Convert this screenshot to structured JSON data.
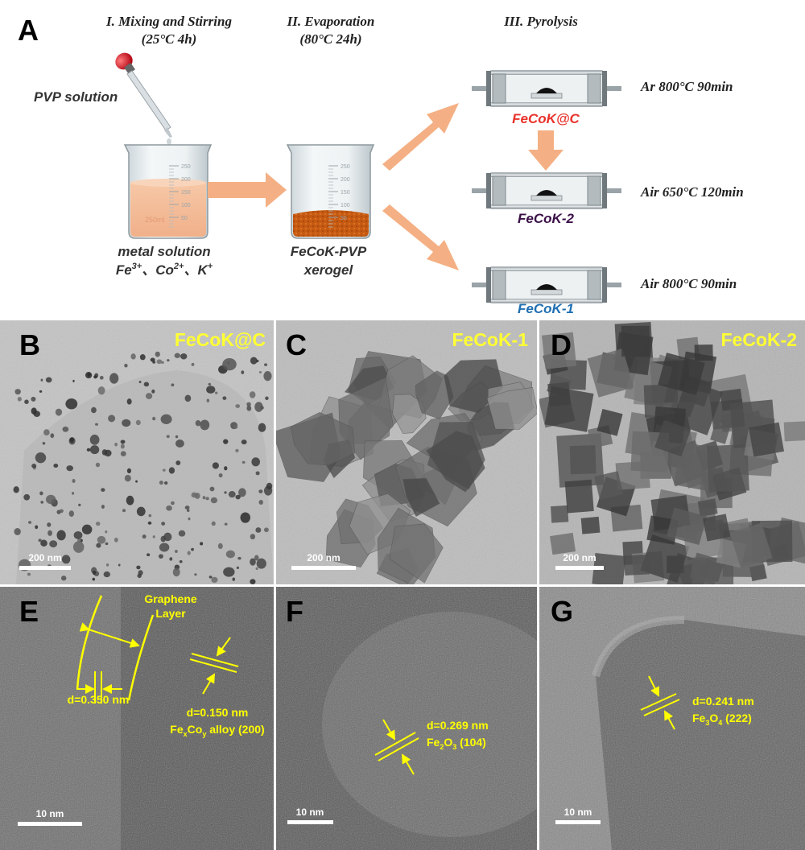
{
  "panel_a": {
    "letter": "A",
    "steps": [
      {
        "title": "I. Mixing and Stirring",
        "condition": "(25°C 4h)"
      },
      {
        "title": "II. Evaporation",
        "condition": "(80°C 24h)"
      },
      {
        "title": "III. Pyrolysis"
      }
    ],
    "pvp_label": "PVP solution",
    "metal_label": "metal solution",
    "ions": {
      "fe": "Fe",
      "fe_sup": "3+",
      "co": "Co",
      "co_sup": "2+",
      "k": "K",
      "k_sup": "+",
      "sep": "、"
    },
    "xerogel_label_1": "FeCoK-PVP",
    "xerogel_label_2": "xerogel",
    "beaker_marks": [
      "250",
      "200",
      "150",
      "100",
      "50"
    ],
    "beaker_text": "250ml",
    "products": [
      {
        "name": "FeCoK@C",
        "color": "#e8322b",
        "condition": "Ar 800°C 90min"
      },
      {
        "name": "FeCoK-2",
        "color": "#3b1048",
        "condition": "Air 650°C 120min"
      },
      {
        "name": "FeCoK-1",
        "color": "#1f6fb2",
        "condition": "Air 800°C 90min"
      }
    ],
    "arrow_color": "#f4b084"
  },
  "tem_panels": [
    {
      "letter": "B",
      "title": "FeCoK@C",
      "scale": "200 nm"
    },
    {
      "letter": "C",
      "title": "FeCoK-1",
      "scale": "200 nm"
    },
    {
      "letter": "D",
      "title": "FeCoK-2",
      "scale": "200 nm"
    }
  ],
  "hrtem_panels": [
    {
      "letter": "E",
      "scale": "10 nm",
      "graphene_1": "Graphene",
      "graphene_2": "Layer",
      "d1": "d=0.350 nm",
      "d2": "d=0.150 nm",
      "alloy_a": "Fe",
      "alloy_x": "x",
      "alloy_b": "Co",
      "alloy_y": "y",
      "alloy_c": " alloy (200)"
    },
    {
      "letter": "F",
      "scale": "10 nm",
      "d": "d=0.269 nm",
      "phase_a": "Fe",
      "phase_s1": "2",
      "phase_b": "O",
      "phase_s2": "3",
      "phase_c": " (104)"
    },
    {
      "letter": "G",
      "scale": "10 nm",
      "d": "d=0.241 nm",
      "phase_a": "Fe",
      "phase_s1": "3",
      "phase_b": "O",
      "phase_s2": "4",
      "phase_c": " (222)"
    }
  ]
}
